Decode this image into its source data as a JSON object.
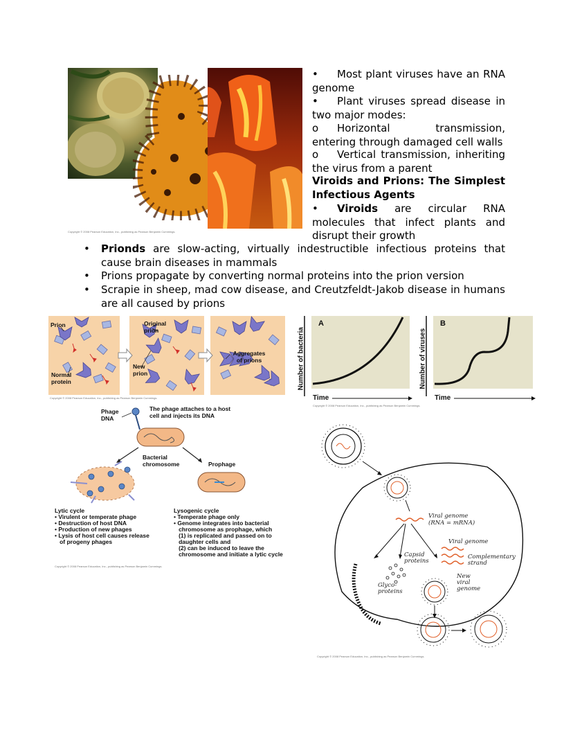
{
  "top_text": {
    "b1": "Most plant viruses have an RNA genome",
    "b2": "Plant viruses spread disease in two major modes:",
    "s1": "Horizontal transmission, entering through damaged cell walls",
    "s2": "Vertical transmission, inheriting the virus from a parent",
    "heading": "Viroids and Prions: The Simplest Infectious Agents",
    "b3_bold": "Viroids",
    "b3_rest": " are circular RNA molecules that infect plants and disrupt their growth",
    "bullet_glyph": "•",
    "sub_glyph": "o"
  },
  "main_list": [
    {
      "bold": "Prionds",
      "rest": " are slow-acting, virtually indestructible infectious proteins that cause brain diseases in mammals"
    },
    {
      "bold": "",
      "rest": "Prions propagate by converting normal proteins into the prion version"
    },
    {
      "bold": "",
      "rest": "Scrapie in sheep, mad cow disease, and Creutzfeldt-Jakob disease in humans are all caused by prions"
    }
  ],
  "copyright": {
    "photo": "Copyright © 2008 Pearson Education, Inc., publishing as Pearson Benjamin Cummings.",
    "prion": "Copyright © 2008 Pearson Education, Inc., publishing as Pearson Benjamin Cummings.",
    "graph": "Copyright © 2008 Pearson Education, Inc., publishing as Pearson Benjamin Cummings.",
    "phage": "Copyright © 2008 Pearson Education, Inc., publishing as Pearson Benjamin Cummings.",
    "virus": "Copyright © 2008 Pearson Education, Inc., publishing as Pearson Benjamin Cummings."
  },
  "prion_fig": {
    "prion": "Prion",
    "normal": "Normal protein",
    "original": "Original prion",
    "new": "New prion",
    "aggregates": "Aggregates of prions"
  },
  "graphs": {
    "a_label": "A",
    "b_label": "B",
    "a_ylabel": "Number of bacteria",
    "b_ylabel": "Number of viruses",
    "xlabel": "Time"
  },
  "phage_fig": {
    "phage_dna": "Phage DNA",
    "attach": "The phage attaches to a host cell and injects its DNA",
    "bact_chrom": "Bacterial chromosome",
    "prophage": "Prophage",
    "lytic_title": "Lytic cycle",
    "lytic_items": [
      "• Virulent or temperate phage",
      "• Destruction of host DNA",
      "• Production of new phages",
      "• Lysis of host cell causes release",
      "   of progeny phages"
    ],
    "lyso_title": "Lysogenic cycle",
    "lyso_items": [
      "• Temperate phage only",
      "• Genome integrates into bacterial",
      "   chromosome as prophage, which",
      "   (1) is replicated and passed on to",
      "   daughter cells and",
      "   (2) can be induced to leave the",
      "   chromosome and initiate a lytic cycle"
    ]
  },
  "virus_fig": {
    "viral_genome_1": "Viral genome",
    "rna_mrna": "(RNA = mRNA)",
    "viral_genome_2": "Viral genome",
    "capsid": "Capsid proteins",
    "complementary": "Complementary strand",
    "new_genome": "New viral genome",
    "glyco": "Glyco- proteins"
  },
  "colors": {
    "prion_bg": "#f7d3a8",
    "graph_bg": "#e6e3cb",
    "prion_purple": "#7a76c8",
    "cell_orange": "#f3b887"
  }
}
